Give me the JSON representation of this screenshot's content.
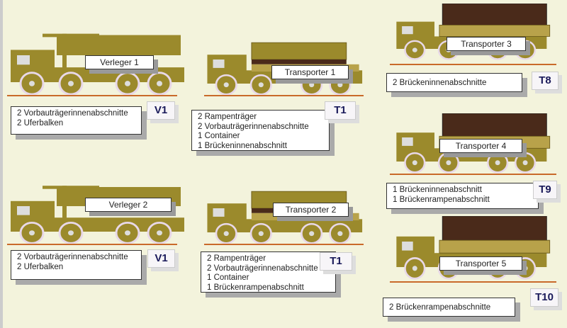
{
  "colors": {
    "truck": "#9b8a2c",
    "cargo": "#4a2a1a",
    "ground": "#c96a2a",
    "background": "#f3f3dc"
  },
  "vehicles": [
    {
      "label": "Verleger 1",
      "type": "verleger",
      "badge": "V1",
      "items": [
        "2 Vorbauträgerinnenabschnitte",
        "2 Uferbalken"
      ]
    },
    {
      "label": "Transporter 1",
      "type": "transporter",
      "badge": "T1",
      "items": [
        "2 Rampenträger",
        "2 Vorbauträgerinnenabschnitte",
        "1 Container",
        "1 Brückeninnenabschnitt"
      ]
    },
    {
      "label": "Transporter 3",
      "type": "flatbed",
      "badge": "T8",
      "items": [
        "2 Brückeninnenabschnitte"
      ]
    },
    {
      "label": "Transporter 4",
      "type": "flatbed",
      "badge": "T9",
      "items": [
        "1 Brückeninnenabschnitt",
        "1 Brückenrampenabschnitt"
      ]
    },
    {
      "label": "Verleger 2",
      "type": "verleger",
      "badge": "V1",
      "items": [
        "2 Vorbauträgerinnenabschnitte",
        "2 Uferbalken"
      ]
    },
    {
      "label": "Transporter 2",
      "type": "transporter",
      "badge": "T1",
      "items": [
        "2 Rampenträger",
        "2 Vorbauträgerinnenabschnitte",
        "1 Container",
        "1 Brückenrampenabschnitt"
      ]
    },
    {
      "label": "Transporter 5",
      "type": "flatbed",
      "badge": "T10",
      "items": [
        "2 Brückenrampenabschnitte"
      ]
    }
  ]
}
